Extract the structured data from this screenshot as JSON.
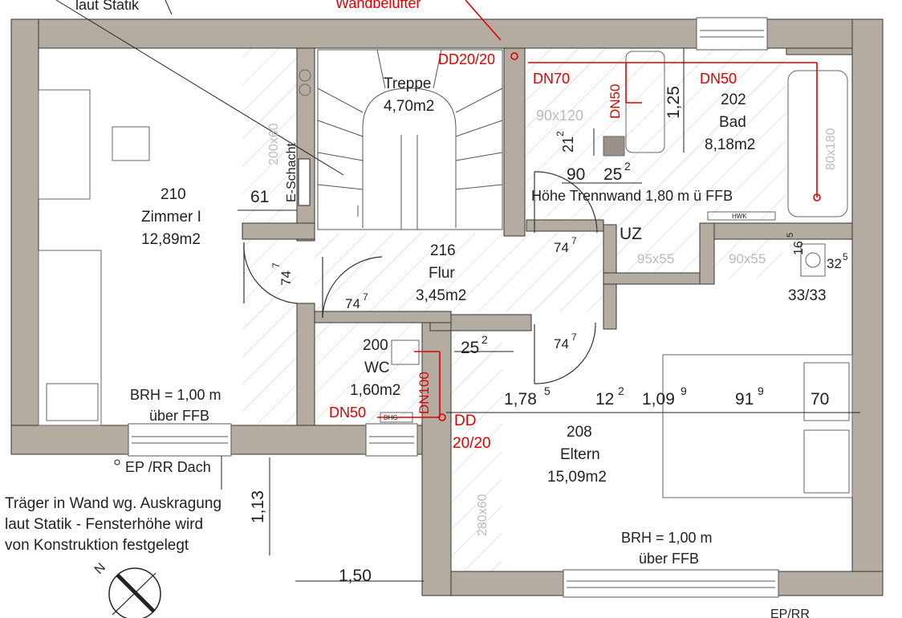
{
  "top_labels": {
    "statik_fragment": "laut Statik",
    "wandbeluefter": "Wandbelüfter"
  },
  "rooms": {
    "treppe": {
      "name": "Treppe",
      "area": "4,70m2"
    },
    "bad": {
      "number": "202",
      "name": "Bad",
      "area": "8,18m2"
    },
    "zimmer": {
      "number": "210",
      "name": "Zimmer I",
      "area": "12,89m2"
    },
    "flur": {
      "number": "216",
      "name": "Flur",
      "area": "3,45m2"
    },
    "wc": {
      "number": "200",
      "name": "WC",
      "area": "1,60m2"
    },
    "eltern": {
      "number": "208",
      "name": "Eltern",
      "area": "15,09m2"
    }
  },
  "pipes": {
    "dd_top": "DD20/20",
    "dn70": "DN70",
    "dn50_vertical": "DN50",
    "dn50_bad": "DN50",
    "dn100": "DN100",
    "dn50_wc": "DN50",
    "dd_bottom_1": "DD",
    "dd_bottom_2": "20/20"
  },
  "dimensions": {
    "d_61": "61",
    "d_747_left": "74",
    "d_747_flur": "74",
    "d_747_bad": "74",
    "d_747_eltern": "74",
    "sup_7": "7",
    "d_90": "90",
    "d_252_bad": "25",
    "d_252_wc": "25",
    "sup_2": "2",
    "d_212": "21",
    "d_125": "1,25",
    "d_1785": "1,78",
    "sup_5": "5",
    "d_122": "12",
    "d_1099": "1,09",
    "sup_9": "9",
    "d_919": "91",
    "d_70": "70",
    "d_165": "16",
    "d_325": "32",
    "d_3333": "33/33",
    "d_113": "1,13",
    "d_150": "1,50"
  },
  "fixtures": {
    "shower": "90x120",
    "bathtub": "80x180",
    "schacht_bath": "95x55",
    "fixture_9055": "90x55",
    "schacht_200": "200x60",
    "schacht_280": "280x60",
    "hwk": "HWK",
    "dhg": "DHG",
    "e_schacht": "E-Schacht",
    "uz": "UZ"
  },
  "notes": {
    "trennwand": "Höhe Trennwand 1,80 m ü FFB",
    "brh_left_1": "BRH = 1,00 m",
    "brh_left_2": "über FFB",
    "brh_right_1": "BRH = 1,00 m",
    "brh_right_2": "über FFB",
    "ep_dach": "EP /RR Dach",
    "ep_bottom": "EP/RR",
    "traeger_1": "Träger in Wand wg. Auskragung",
    "traeger_2": "laut Statik - Fensterhöhe wird",
    "traeger_3": "von Konstruktion festgelegt"
  },
  "compass": {
    "north": "N"
  },
  "colors": {
    "wall": "#b5aca1",
    "pipe": "#e00000",
    "hatch": "#c8c8c8",
    "ink": "#222222"
  }
}
